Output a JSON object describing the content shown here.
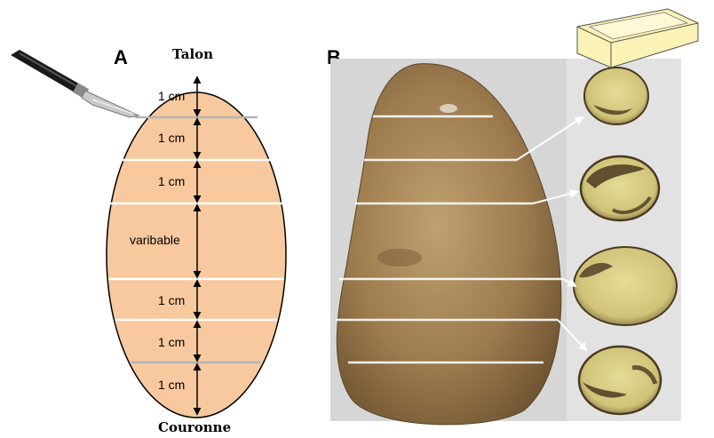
{
  "panel_a": {
    "letter": "A",
    "top_label": "Talon",
    "bottom_label": "Couronne",
    "segments": [
      "1 cm",
      "1 cm",
      "1 cm",
      "varibable",
      "1 cm",
      "1 cm",
      "1 cm"
    ],
    "colors": {
      "tuber_fill": "#F8C99E",
      "cut_line_white": "#ffffff",
      "cut_line_grey": "#b5b5b5"
    },
    "icon": "knife-icon"
  },
  "panel_b": {
    "letter": "B",
    "icon": "box-icon",
    "slices": 4,
    "colors": {
      "photo_bg": "#d9d9d9",
      "potato_skin": "#a8865a",
      "flesh": "#d8cf85",
      "rot": "#4a3a22"
    }
  }
}
